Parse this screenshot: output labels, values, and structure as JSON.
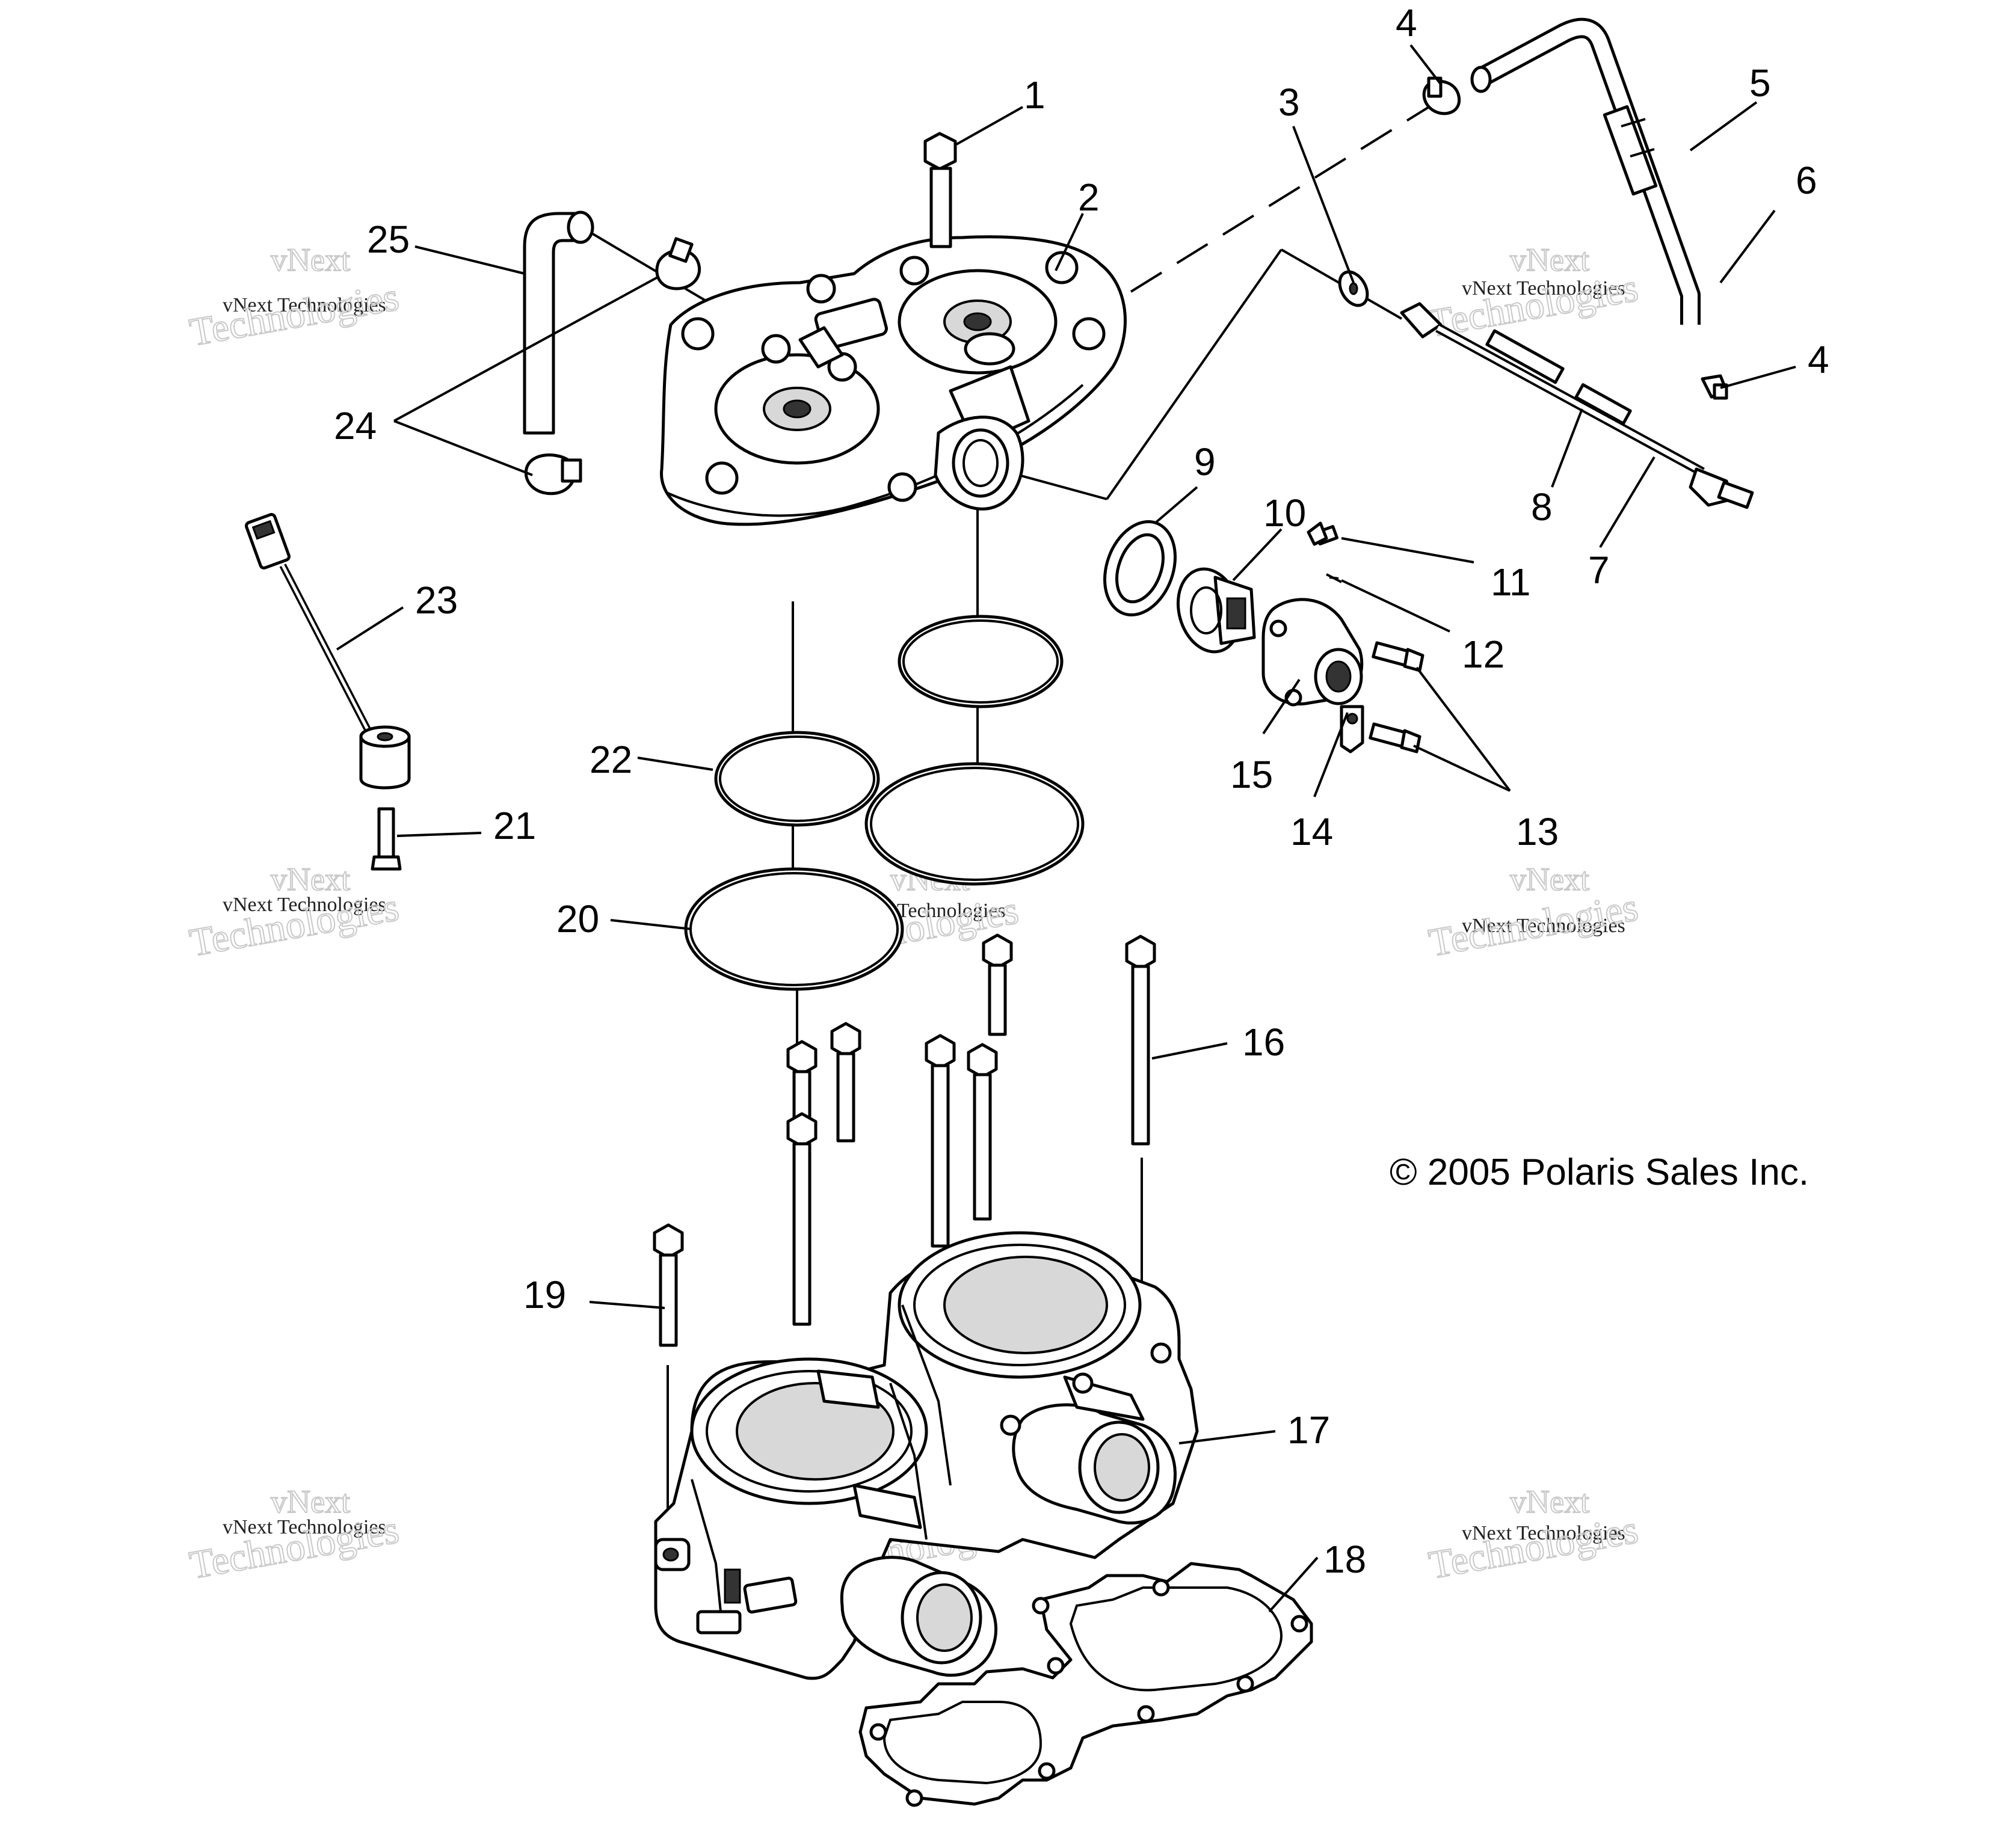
{
  "callouts": {
    "c1": "1",
    "c2": "2",
    "c3": "3",
    "c4a": "4",
    "c4b": "4",
    "c5": "5",
    "c6": "6",
    "c7": "7",
    "c8": "8",
    "c9": "9",
    "c10": "10",
    "c11": "11",
    "c12": "12",
    "c13": "13",
    "c14": "14",
    "c15": "15",
    "c16": "16",
    "c17": "17",
    "c18": "18",
    "c19": "19",
    "c20": "20",
    "c21": "21",
    "c22": "22",
    "c23": "23",
    "c24": "24",
    "c25": "25"
  },
  "copyright": "© 2005 Polaris Sales Inc.",
  "watermark": {
    "line1": "vNext",
    "line2": "vNext Technologies",
    "line3": "Technologies"
  }
}
